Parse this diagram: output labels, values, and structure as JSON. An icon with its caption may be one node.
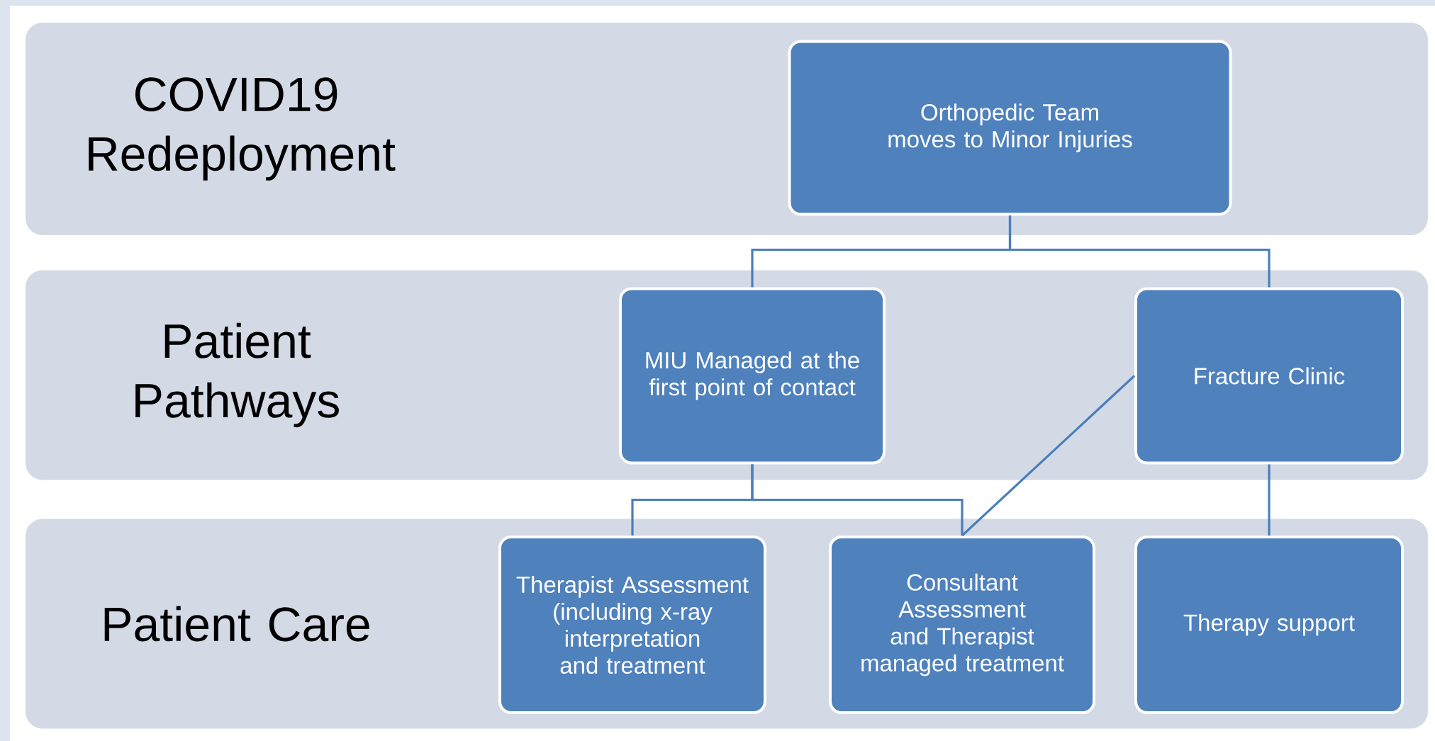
{
  "diagram": {
    "nodes": [
      {
        "text": [
          "COVID19 Redeployment"
        ]
      },
      {
        "text": [
          "Orthopedic Team moves to Minor Injuries"
        ],
        "in": 0
      },
      {
        "text": [
          "Patient Pathways"
        ]
      },
      {
        "text": [
          "MIU Managed at the first point of contact"
        ],
        "in": 2
      },
      {
        "text": [
          "Fracture Clinic"
        ],
        "in": 2
      },
      {
        "text": [
          "Patient Care"
        ]
      },
      {
        "text": [
          "Therapist Assessment (including x-ray interpretation and treatment"
        ],
        "in": 5
      },
      {
        "text": [
          "Consultant Assessment and Therapist managed treatment"
        ],
        "in": 5
      },
      {
        "text": [
          "Therapy support"
        ],
        "in": 5
      }
    ],
    "edges": [
      {
        "from": 1,
        "to": 3,
        "arrow": "none"
      },
      {
        "from": 1,
        "to": 4,
        "arrow": "none"
      },
      {
        "from": 3,
        "to": 6,
        "arrow": "none"
      },
      {
        "from": 3,
        "to": 7,
        "arrow": "none"
      },
      {
        "from": 4,
        "to": 7,
        "arrow": "none"
      },
      {
        "from": 4,
        "to": 8,
        "arrow": "none"
      }
    ]
  }
}
